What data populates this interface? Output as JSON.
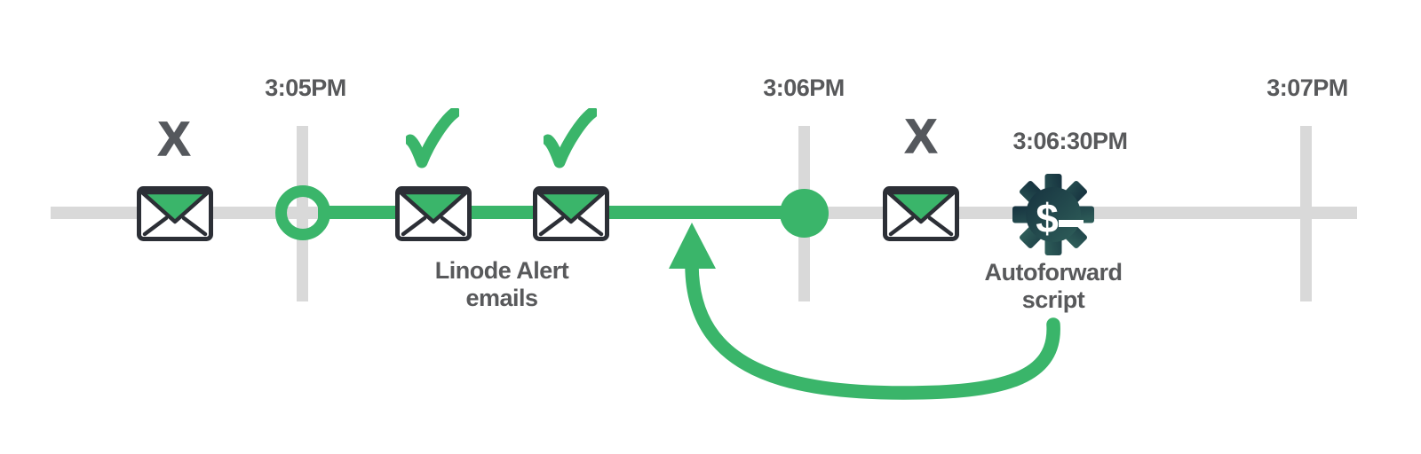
{
  "colors": {
    "green": "#3ab56a",
    "track_gray": "#d9d9d9",
    "label_gray": "#58595b",
    "outline_dark": "#2c2f36",
    "gear_grad_1": "#16323f",
    "gear_grad_2": "#2f5f5a",
    "background": "#ffffff"
  },
  "timeline": {
    "ticks": [
      {
        "label": "3:05PM"
      },
      {
        "label": "3:06PM"
      },
      {
        "label": "3:07PM"
      }
    ]
  },
  "events": {
    "alert_emails_label": "Linode Alert emails",
    "autoforward_label": "Autoforward script",
    "autoforward_time": "3:06:30PM"
  },
  "email_markers": [
    {
      "status": "failed"
    },
    {
      "status": "delivered"
    },
    {
      "status": "delivered"
    },
    {
      "status": "failed"
    }
  ],
  "icons": {
    "failed_glyph": "X",
    "check": "check-icon",
    "email": "envelope-icon",
    "script_gear": "gear-icon",
    "gear_dollar": "$"
  }
}
